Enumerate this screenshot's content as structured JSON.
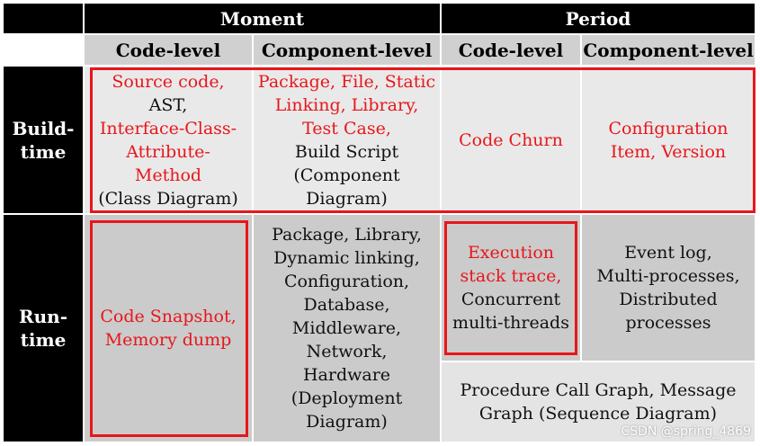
{
  "header": {
    "moment": "Moment",
    "period": "Period",
    "code_level": "Code-level",
    "component_level": "Component-level"
  },
  "rows": {
    "build_time": [
      "Build-",
      "time"
    ],
    "run_time": [
      "Run-",
      "time"
    ]
  },
  "cells": {
    "build_moment_code": [
      {
        "text": "Source code,",
        "color": "red"
      },
      {
        "text": "AST,",
        "color": "black"
      },
      {
        "text": "Interface-Class-",
        "color": "red"
      },
      {
        "text": "Attribute-",
        "color": "red"
      },
      {
        "text": "Method",
        "color": "red"
      },
      {
        "text": "(Class Diagram)",
        "color": "black"
      }
    ],
    "build_moment_component": [
      {
        "text": "Package, File, Static",
        "color": "red"
      },
      {
        "text": "Linking, Library,",
        "color": "red"
      },
      {
        "text": "Test Case,",
        "color": "red"
      },
      {
        "text": "Build Script",
        "color": "black"
      },
      {
        "text": "(Component",
        "color": "black"
      },
      {
        "text": "Diagram)",
        "color": "black"
      }
    ],
    "build_period_code": [
      {
        "text": "Code Churn",
        "color": "red"
      }
    ],
    "build_period_component": [
      {
        "text": "Configuration",
        "color": "red"
      },
      {
        "text": "Item, Version",
        "color": "red"
      }
    ],
    "run_moment_code": [
      {
        "text": "Code Snapshot,",
        "color": "red"
      },
      {
        "text": "Memory dump",
        "color": "red"
      }
    ],
    "run_moment_component": [
      {
        "text": "Package, Library,",
        "color": "black"
      },
      {
        "text": "Dynamic  linking,",
        "color": "black"
      },
      {
        "text": "Configuration,",
        "color": "black"
      },
      {
        "text": "Database,",
        "color": "black"
      },
      {
        "text": "Middleware,",
        "color": "black"
      },
      {
        "text": "Network,",
        "color": "black"
      },
      {
        "text": "Hardware",
        "color": "black"
      },
      {
        "text": "(Deployment",
        "color": "black"
      },
      {
        "text": "Diagram)",
        "color": "black"
      }
    ],
    "run_period_code": [
      {
        "text": "Execution",
        "color": "red"
      },
      {
        "text": "stack trace,",
        "color": "red"
      },
      {
        "text": "Concurrent",
        "color": "black"
      },
      {
        "text": "multi-threads",
        "color": "black"
      }
    ],
    "run_period_component": [
      {
        "text": "Event log,",
        "color": "black"
      },
      {
        "text": "Multi-processes,",
        "color": "black"
      },
      {
        "text": "Distributed",
        "color": "black"
      },
      {
        "text": "processes",
        "color": "black"
      }
    ],
    "run_period_bottom": [
      {
        "text": "Procedure Call Graph, Message",
        "color": "black"
      },
      {
        "text": "Graph (Sequence Diagram)",
        "color": "black"
      }
    ]
  },
  "watermark": "CSDN @spring_4869",
  "colors": {
    "accent_red": "#e8161b",
    "header_black": "#000000",
    "header_gray": "#d0d0d0",
    "cell_light": "#e9e9e9",
    "cell_mid": "#cbcbcb"
  }
}
